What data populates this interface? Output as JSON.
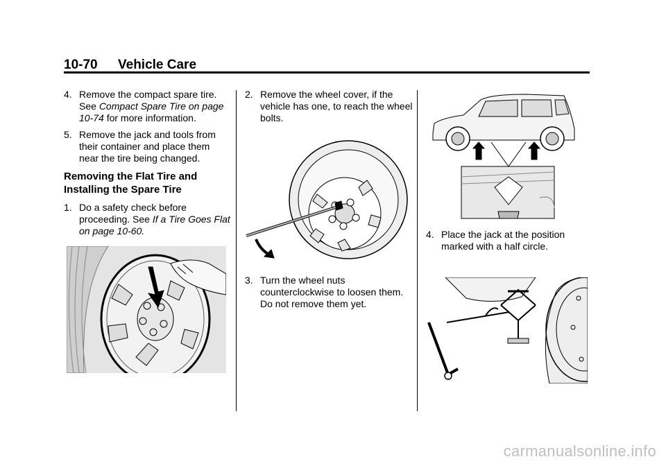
{
  "header": {
    "page_number": "10-70",
    "section_title": "Vehicle Care"
  },
  "col1": {
    "step4": {
      "number": "4.",
      "text1": "Remove the compact spare tire.",
      "see": "See",
      "ref_link": "Compact Spare Tire on page 10-74",
      "tail": "for more information."
    },
    "step5": {
      "number": "5.",
      "text": "Remove the jack and tools from their container and place them near the tire being changed."
    },
    "heading": "Removing the Flat Tire and Installing the Spare Tire",
    "step1": {
      "number": "1.",
      "text": "Do a safety check before proceeding. See",
      "ref_link": "If a Tire Goes Flat on page 10-60."
    }
  },
  "col2": {
    "step2": {
      "number": "2.",
      "text": "Remove the wheel cover, if the vehicle has one, to reach the wheel bolts."
    },
    "step3": {
      "number": "3.",
      "text": "Turn the wheel nuts counterclockwise to loosen them. Do not remove them yet."
    }
  },
  "col3": {
    "step4": {
      "number": "4.",
      "text": "Place the jack at the position marked with a half circle."
    }
  },
  "footer": {
    "watermark": "carmanualsonline.info"
  }
}
